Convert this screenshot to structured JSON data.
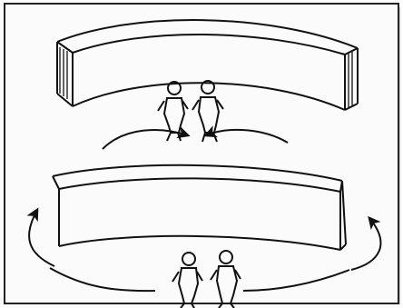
{
  "figure": {
    "panels": [
      {
        "name": "top-panel",
        "wall": "concave",
        "people_count": 2,
        "arrow_flow": "inward"
      },
      {
        "name": "bottom-panel",
        "wall": "convex",
        "people_count": 2,
        "arrow_flow": "around"
      }
    ]
  },
  "colors": {
    "ink": "#111111",
    "paper": "#fbfbfb",
    "light_ink": "#333333"
  }
}
